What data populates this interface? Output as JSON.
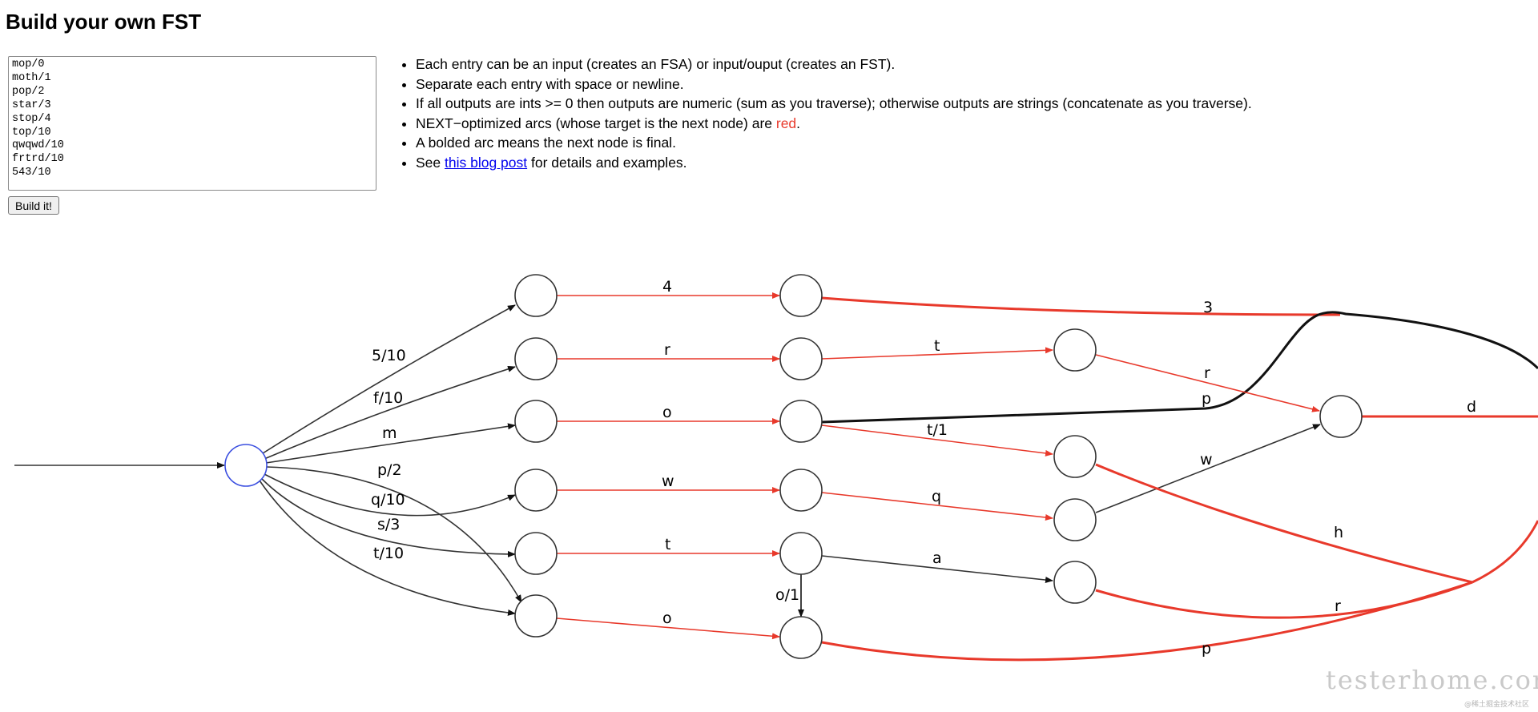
{
  "title": "Build your own FST",
  "textarea_value": "mop/0\nmoth/1\npop/2\nstar/3\nstop/4\ntop/10\nqwqwd/10\nfrtrd/10\n543/10",
  "build_button": "Build it!",
  "help": [
    {
      "text": "Each entry can be an input (creates an FSA) or input/ouput (creates an FST)."
    },
    {
      "text": "Separate each entry with space or newline."
    },
    {
      "text": "If all outputs are ints >= 0 then outputs are numeric (sum as you traverse); otherwise outputs are strings (concatenate as you traverse)."
    },
    {
      "before": "NEXT−optimized arcs (whose target is the next node) are ",
      "red": "red",
      "after": "."
    },
    {
      "text": "A bolded arc means the next node is final."
    },
    {
      "before": "See ",
      "link": "this blog post",
      "after": " for details and examples."
    }
  ],
  "colors": {
    "next_arc": "#e8392b",
    "arc": "#333333",
    "start_node": "#3b4fe0",
    "node": "#333333"
  },
  "graph_labels": {
    "l1": "5/10",
    "l2": "f/10",
    "l3": "m",
    "l4": "p/2",
    "l5": "q/10",
    "l6": "s/3",
    "l7": "t/10",
    "l8": "4",
    "l9": "r",
    "l10": "o",
    "l11": "w",
    "l12": "t",
    "l13": "o",
    "l14": "3",
    "l15": "t",
    "l16": "p",
    "l17": "t/1",
    "l18": "q",
    "l19": "a",
    "l20": "o/1",
    "l21": "r",
    "l22": "w",
    "l23": "d",
    "l24": "h",
    "l25": "r",
    "l26": "p"
  },
  "watermark": {
    "main": "testerhome.com",
    "small": "@稀土掘金技术社区"
  }
}
